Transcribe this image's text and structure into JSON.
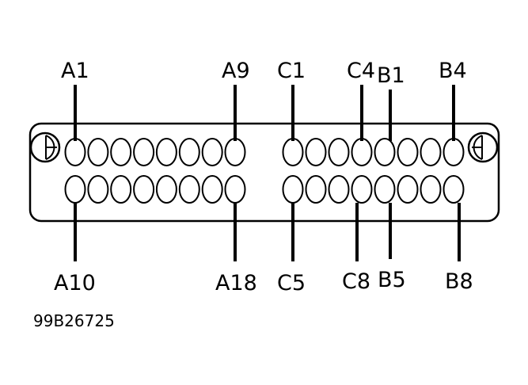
{
  "diagram": {
    "reference_code": "99B26725",
    "labels": {
      "a1": "A1",
      "a9": "A9",
      "c1": "C1",
      "c4": "C4",
      "b1": "B1",
      "b4": "B4",
      "a10": "A10",
      "a18": "A18",
      "c5": "C5",
      "c8": "C8",
      "b5": "B5",
      "b8": "B8"
    },
    "colors": {
      "line": "#000000",
      "background": "#ffffff"
    }
  }
}
